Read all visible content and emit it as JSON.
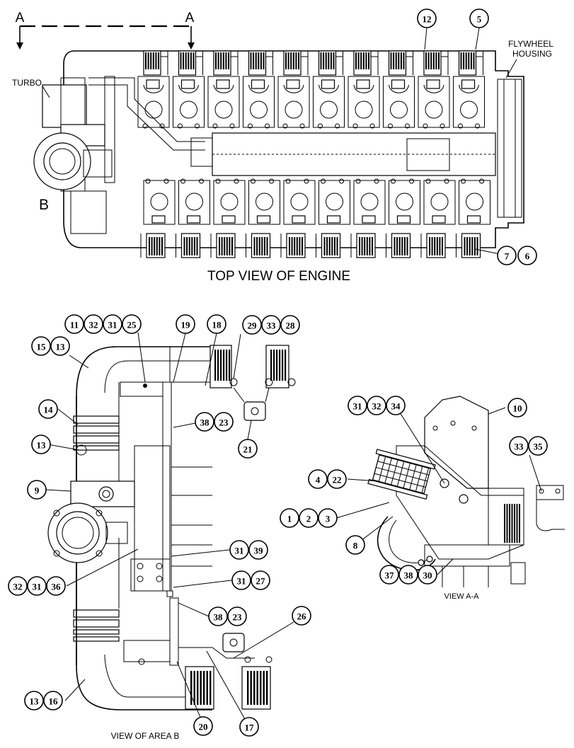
{
  "labels": {
    "section_a_left": "A",
    "section_a_right": "A",
    "turbo": "TURBO",
    "flywheel_line1": "FLYWHEEL",
    "flywheel_line2": "HOUSING",
    "area_b": "B",
    "top_view_title": "TOP VIEW OF ENGINE",
    "view_aa_title": "VIEW A-A",
    "view_area_b_title": "VIEW OF AREA  B"
  },
  "callouts": {
    "top_view": [
      {
        "id": "tv-12",
        "numbers": [
          "12"
        ]
      },
      {
        "id": "tv-5",
        "numbers": [
          "5"
        ]
      },
      {
        "id": "tv-7-6",
        "numbers": [
          "7",
          "6"
        ]
      }
    ],
    "area_b": [
      {
        "id": "b-11-32-31-25",
        "numbers": [
          "11",
          "32",
          "31",
          "25"
        ]
      },
      {
        "id": "b-19",
        "numbers": [
          "19"
        ]
      },
      {
        "id": "b-18",
        "numbers": [
          "18"
        ]
      },
      {
        "id": "b-29-33-28",
        "numbers": [
          "29",
          "33",
          "28"
        ]
      },
      {
        "id": "b-15-13",
        "numbers": [
          "15",
          "13"
        ]
      },
      {
        "id": "b-14",
        "numbers": [
          "14"
        ]
      },
      {
        "id": "b-38-23-top",
        "numbers": [
          "38",
          "23"
        ]
      },
      {
        "id": "b-13-upper",
        "numbers": [
          "13"
        ]
      },
      {
        "id": "b-21",
        "numbers": [
          "21"
        ]
      },
      {
        "id": "b-9",
        "numbers": [
          "9"
        ]
      },
      {
        "id": "b-31-39",
        "numbers": [
          "31",
          "39"
        ]
      },
      {
        "id": "b-32-31-36",
        "numbers": [
          "32",
          "31",
          "36"
        ]
      },
      {
        "id": "b-31-27",
        "numbers": [
          "31",
          "27"
        ]
      },
      {
        "id": "b-38-23-bottom",
        "numbers": [
          "38",
          "23"
        ]
      },
      {
        "id": "b-26",
        "numbers": [
          "26"
        ]
      },
      {
        "id": "b-13-16",
        "numbers": [
          "13",
          "16"
        ]
      },
      {
        "id": "b-20",
        "numbers": [
          "20"
        ]
      },
      {
        "id": "b-17",
        "numbers": [
          "17"
        ]
      }
    ],
    "view_aa": [
      {
        "id": "aa-31-32-34",
        "numbers": [
          "31",
          "32",
          "34"
        ]
      },
      {
        "id": "aa-10",
        "numbers": [
          "10"
        ]
      },
      {
        "id": "aa-33-35",
        "numbers": [
          "33",
          "35"
        ]
      },
      {
        "id": "aa-4-22",
        "numbers": [
          "4",
          "22"
        ]
      },
      {
        "id": "aa-1-2-3",
        "numbers": [
          "1",
          "2",
          "3"
        ]
      },
      {
        "id": "aa-8",
        "numbers": [
          "8"
        ]
      },
      {
        "id": "aa-37-38-30",
        "numbers": [
          "37",
          "38",
          "30"
        ]
      }
    ]
  }
}
